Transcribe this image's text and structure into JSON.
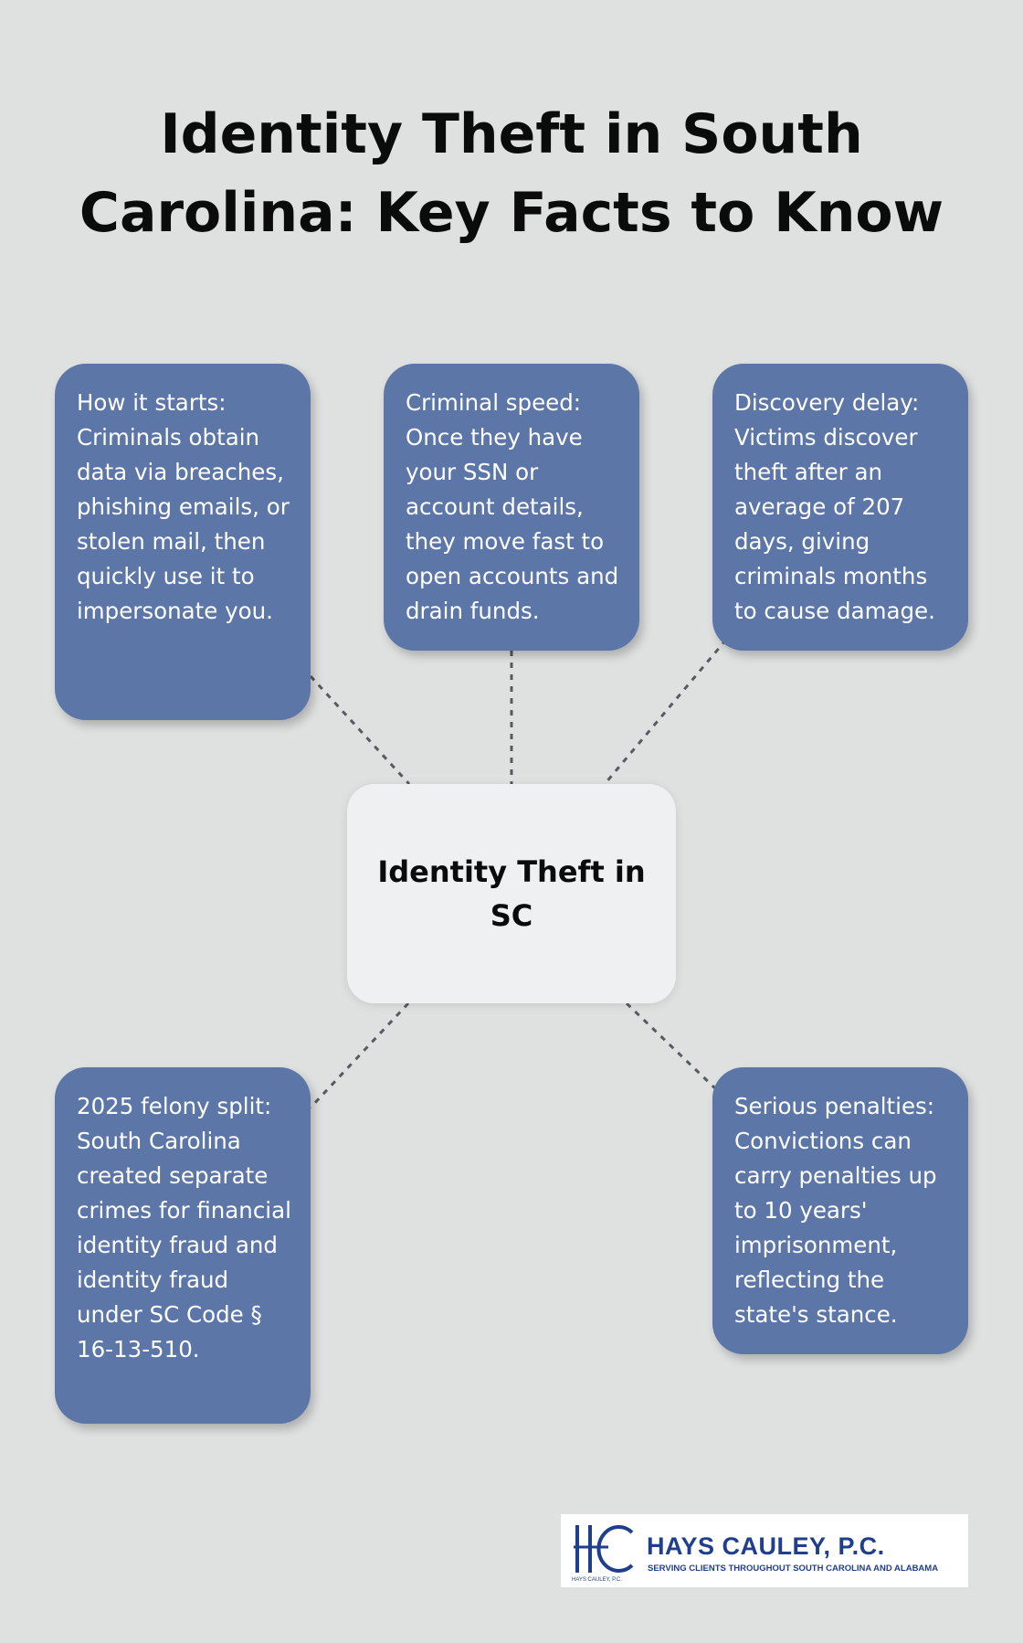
{
  "title": "Identity Theft in South Carolina: Key Facts to Know",
  "hub": {
    "label": "Identity Theft in SC"
  },
  "facts": [
    {
      "id": "how-it-starts",
      "text": "How it starts: Criminals obtain data via breaches, phishing emails, or stolen mail, then quickly use it to impersonate you."
    },
    {
      "id": "criminal-speed",
      "text": "Criminal speed: Once they have your SSN or account details, they move fast to open accounts and drain funds."
    },
    {
      "id": "discovery-delay",
      "text": "Discovery delay: Victims discover theft after an average of 207 days, giving criminals months to cause damage."
    },
    {
      "id": "felony-split",
      "text": "2025 felony split: South Carolina created separate crimes for financial identity fraud and identity fraud under SC Code § 16-13-510."
    },
    {
      "id": "serious-penalties",
      "text": "Serious penalties: Convictions can carry penalties up to 10 years' imprisonment, reflecting the state's stance."
    }
  ],
  "logo": {
    "monogram": "HC",
    "name": "HAYS CAULEY, P.C.",
    "tagline": "SERVING CLIENTS THROUGHOUT SOUTH CAROLINA AND ALABAMA",
    "small_text": "HAYS CAULEY, P.C."
  },
  "colors": {
    "background": "#dfe1e0",
    "card": "#5c76a8",
    "hub": "#eff0f2",
    "brand": "#1f3f8c"
  }
}
